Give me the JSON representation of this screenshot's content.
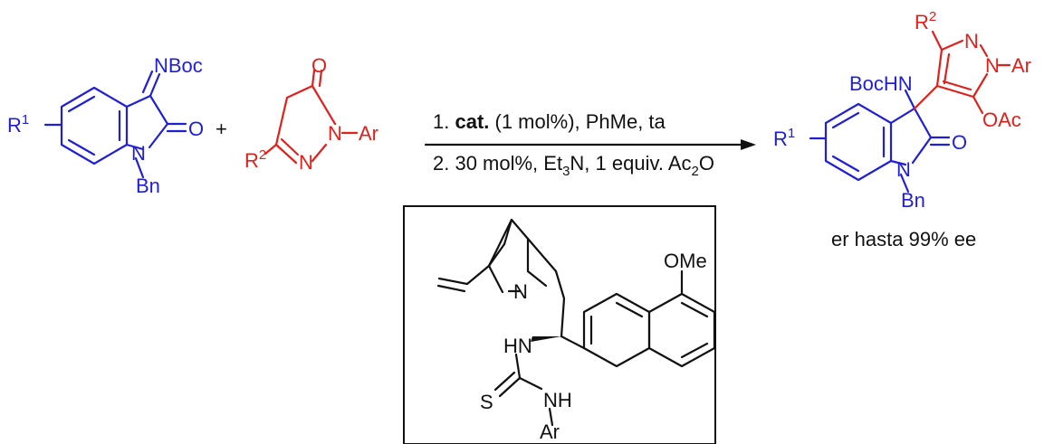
{
  "colors": {
    "substrate": "#1f1fd6",
    "nucleophile": "#e0201b",
    "catalyst": "#111111"
  },
  "isatin_imine": {
    "nboc": "NBoc",
    "r1": "R",
    "r1_sup": "1",
    "o": "O",
    "n": "N",
    "bn": "Bn"
  },
  "plus": "+",
  "pyrazolone": {
    "o": "O",
    "n1": "N",
    "ar": "Ar",
    "r2": "R",
    "r2_sup": "2",
    "n2": "N"
  },
  "conditions": {
    "step1_prefix": "1. ",
    "step1_bold": "cat.",
    "step1_suffix": " (1 mol%), PhMe, ta",
    "step2_prefix": "2. 30 mol%, Et",
    "step2_sub": "3",
    "step2_mid": "N, 1 equiv. Ac",
    "step2_sub2": "2",
    "step2_suffix": "O"
  },
  "product": {
    "r2": "R",
    "r2_sup": "2",
    "n1": "N",
    "n2": "N",
    "ar": "Ar",
    "bochn": "BocHN",
    "oac": "OAc",
    "r1": "R",
    "r1_sup": "1",
    "o": "O",
    "n": "N",
    "bn": "Bn",
    "selectivity": "er  hasta 99% ee"
  },
  "catalyst": {
    "ome": "OMe",
    "n": "N",
    "hn": "HN",
    "s": "S",
    "nh": "NH",
    "ar": "Ar"
  }
}
